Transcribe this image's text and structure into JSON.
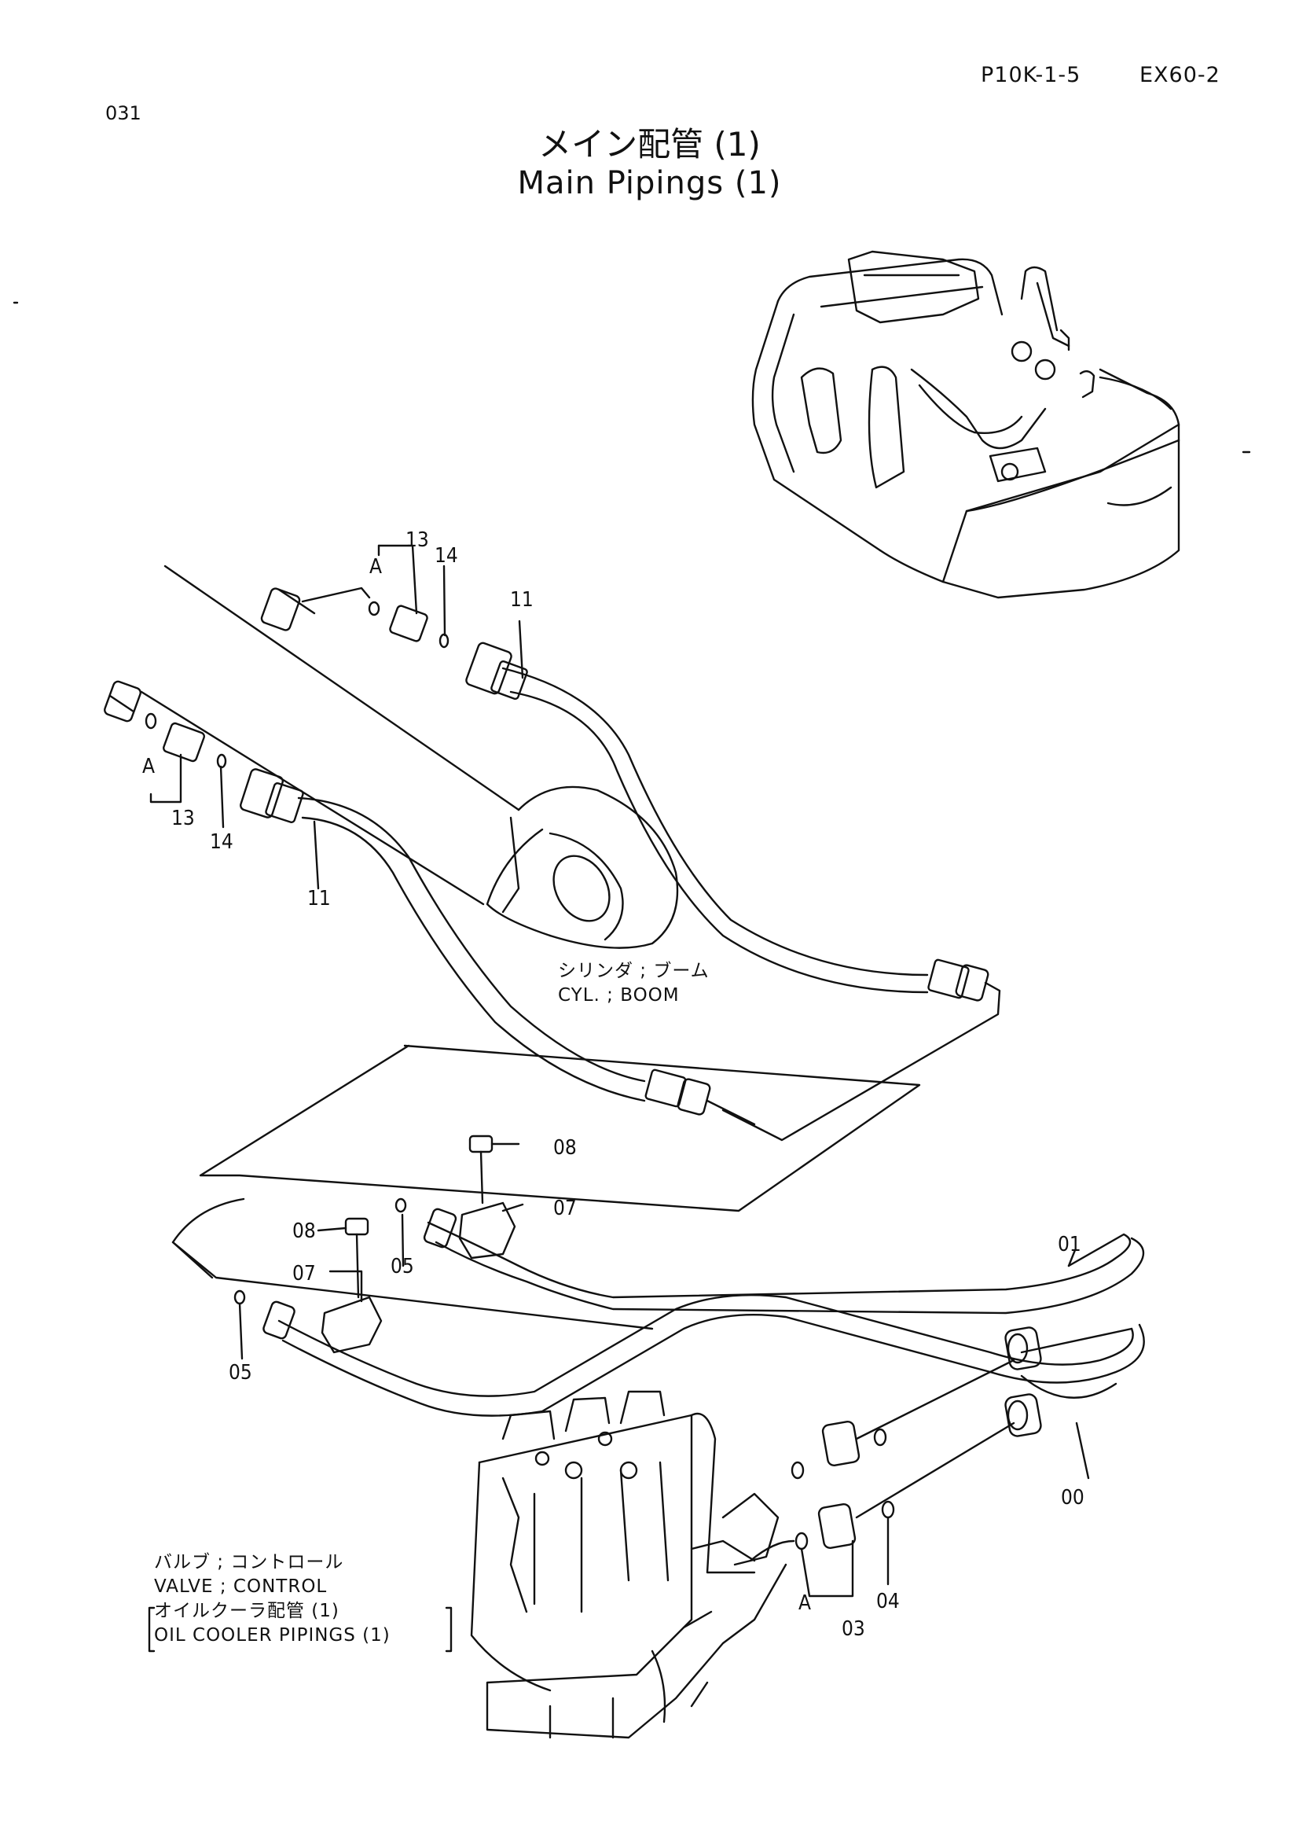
{
  "header": {
    "page_code": "P10K-1-5",
    "model": "EX60-2",
    "page_number": "031"
  },
  "title": {
    "jp": "メイン配管 (1)",
    "en": "Main Pipings (1)"
  },
  "callouts": {
    "c13_top": "13",
    "c14_top": "14",
    "a_top": "A",
    "c11_top": "11",
    "a_mid": "A",
    "c13_mid": "13",
    "c14_mid": "14",
    "c11_mid": "11",
    "c08_right": "08",
    "c07_right": "07",
    "c08_left": "08",
    "c05_mid": "05",
    "c07_left": "07",
    "c05_left": "05",
    "c01": "01",
    "c00": "00",
    "a_bottom": "A",
    "c03": "03",
    "c04": "04"
  },
  "captions": {
    "boom_jp": "シリンダ ; ブーム",
    "boom_en": "CYL. ; BOOM",
    "valve_jp": "バルブ ; コントロール",
    "valve_en": "VALVE ; CONTROL",
    "cooler_jp": "オイルクーラ配管 (1)",
    "cooler_en": "OIL  COOLER  PIPINGS (1)"
  }
}
